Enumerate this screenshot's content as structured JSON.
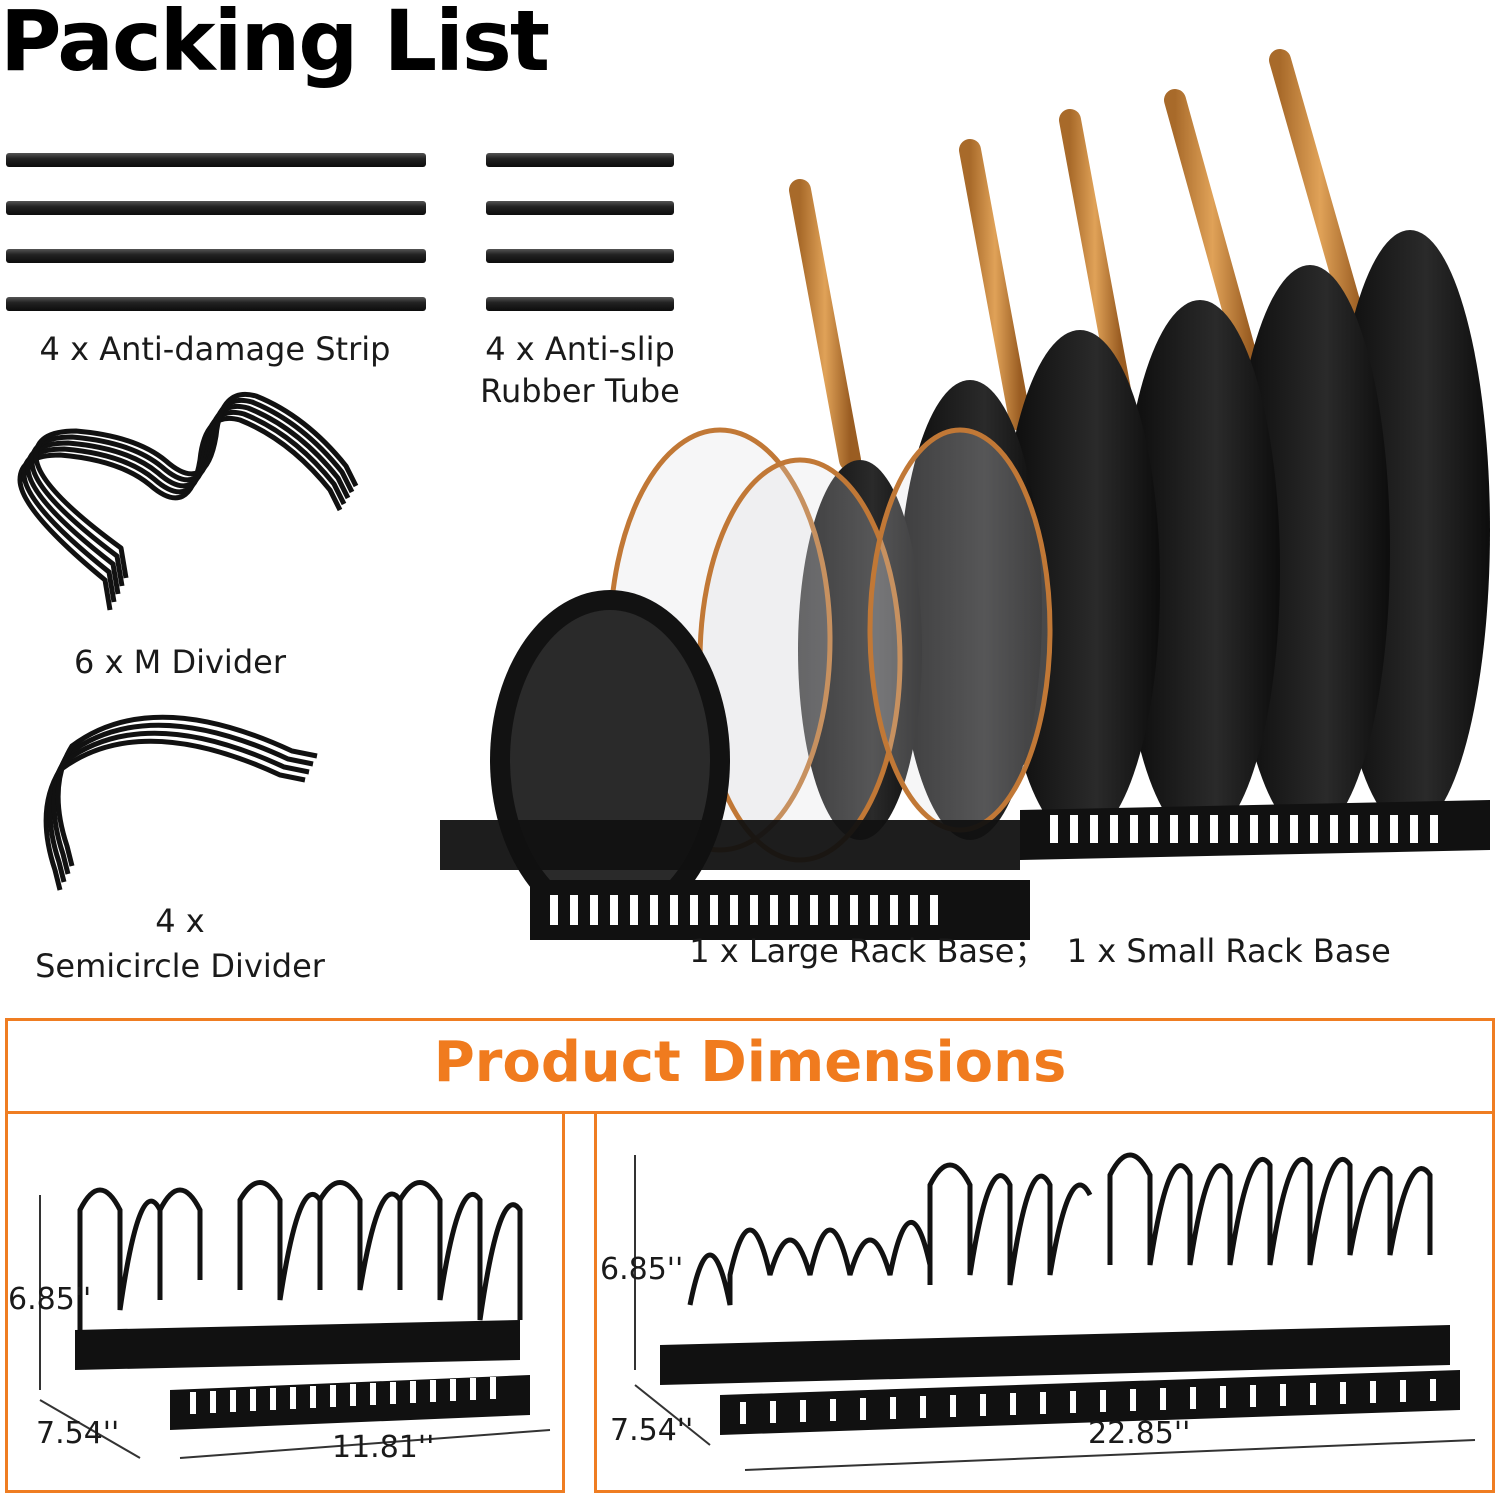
{
  "packing": {
    "title": "Packing List",
    "items": {
      "strip": "4 x Anti-damage Strip",
      "tube_line1": "4 x Anti-slip",
      "tube_line2": "Rubber Tube",
      "m_divider": "6 x M Divider",
      "semi_line1": "4 x",
      "semi_line2": "Semicircle Divider",
      "bases": "1 x Large Rack Base；  1 x Small Rack Base"
    }
  },
  "dimensions": {
    "title": "Product Dimensions",
    "small": {
      "height": "6.85''",
      "depth": "7.54''",
      "length": "11.81''"
    },
    "large": {
      "height": "6.85''",
      "depth": "7.54''",
      "length": "22.85''"
    }
  },
  "colors": {
    "accent": "#ef7d22",
    "rack": "#111111",
    "handle": "#c98a3f"
  }
}
